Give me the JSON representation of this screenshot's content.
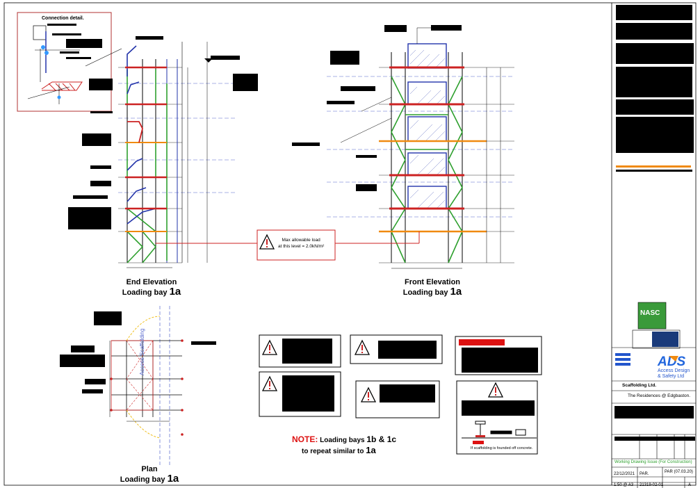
{
  "connection_detail": {
    "title": "Connection detail."
  },
  "views": {
    "end": {
      "line1": "End Elevation",
      "line2": "Loading bay",
      "bay": "1a"
    },
    "front": {
      "line1": "Front Elevation",
      "line2": "Loading bay",
      "bay": "1a"
    },
    "plan": {
      "line1": "Plan",
      "line2": "Loading bay",
      "bay": "1a",
      "vertical_text": "Access Scaffolding"
    }
  },
  "max_load": {
    "line1": "Max allowable load",
    "line2": "at this level  = 2.0kN/m²"
  },
  "note": {
    "prefix": "NOTE:",
    "text1": "Loading bays",
    "bays": "1b & 1c",
    "text2": "to repeat similar to",
    "ref": "1a"
  },
  "founded_note": "If scaffolding is founded off concrete.",
  "title_block": {
    "nasc": "NASC",
    "company_logo_text": "Access Design & Safety Ltd",
    "client": "Scaffolding Ltd.",
    "project": "The Residences @ Edgbaston.",
    "status": "Working Drawing Issue (For Construction)",
    "date": "22/12/2021",
    "drawn_label": "PAR.",
    "checked": "PAR (07.03.20)",
    "scale": "1:50 @ A3",
    "drawing_no": "21319-02-01",
    "revision": "A"
  },
  "colors": {
    "green": "#2ea02e",
    "blue": "#2233aa",
    "red": "#cc2222",
    "orange": "#f08a10",
    "dashed_blue": "#5566cc",
    "note_red": "#dd1111"
  }
}
